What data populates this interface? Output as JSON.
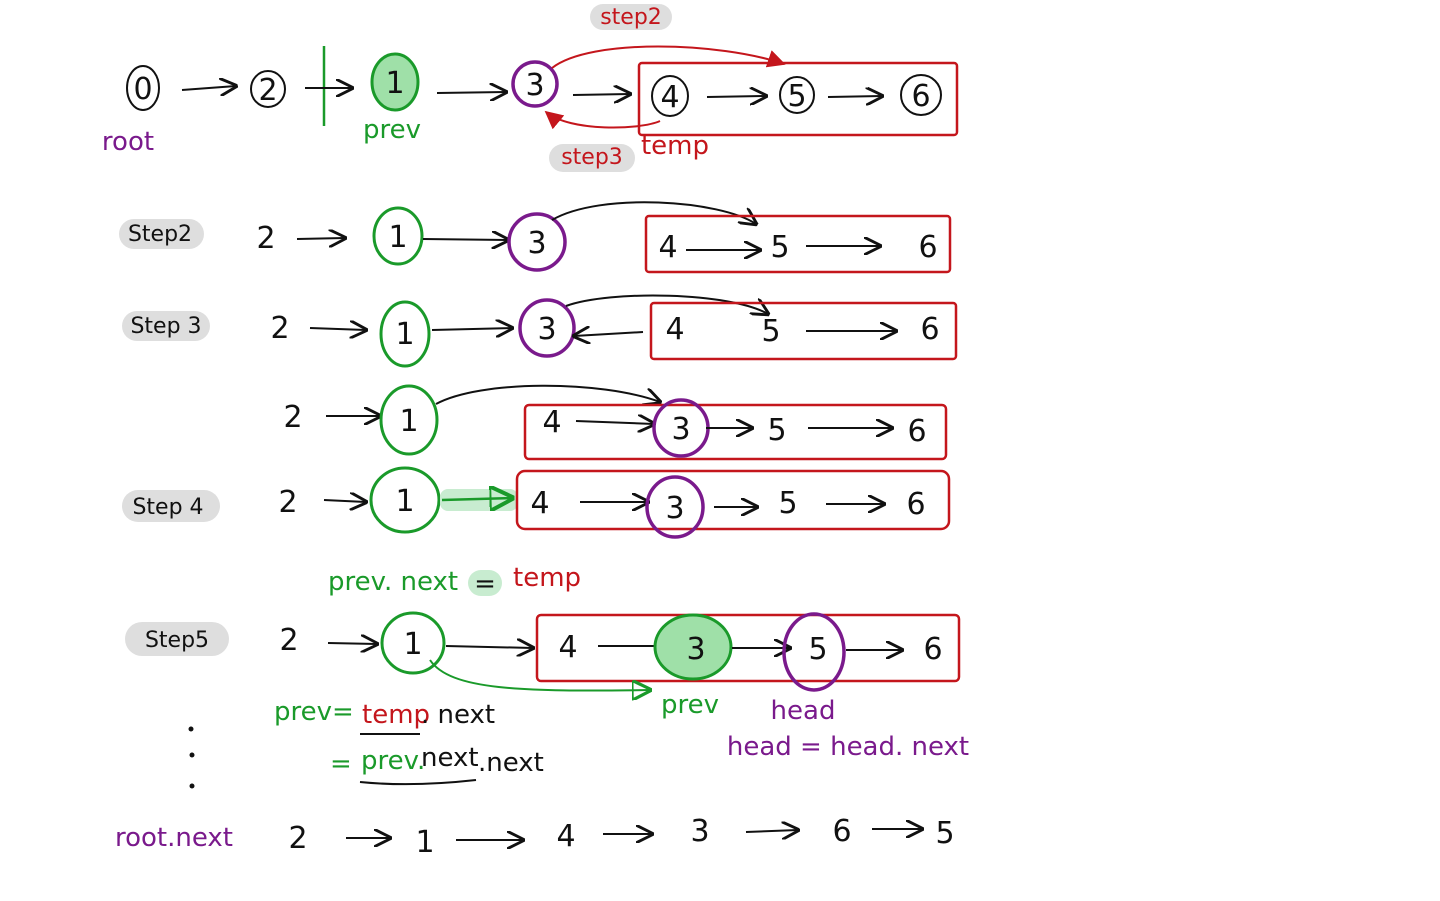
{
  "colors": {
    "ink": "#111111",
    "green": "#1a9a2a",
    "green_fill": "#9fe0a8",
    "green_hl": "#c8ecd0",
    "purple": "#7a1a8c",
    "red": "#c4161c",
    "label_bg": "#dedede"
  },
  "row0": {
    "n0": "0",
    "n2": "2",
    "n1": "1",
    "n3": "3",
    "n4": "4",
    "n5": "5",
    "n6": "6",
    "root": "root",
    "prev": "prev",
    "temp": "temp",
    "step2": "step2",
    "step3": "step3"
  },
  "row1": {
    "label": "Step2",
    "n2": "2",
    "n1": "1",
    "n3": "3",
    "n4": "4",
    "n5": "5",
    "n6": "6"
  },
  "row2": {
    "label": "Step 3",
    "n2": "2",
    "n1": "1",
    "n3": "3",
    "n4": "4",
    "n5": "5",
    "n6": "6"
  },
  "row3": {
    "n2": "2",
    "n1": "1",
    "n4": "4",
    "n3": "3",
    "n5": "5",
    "n6": "6"
  },
  "row4": {
    "label": "Step 4",
    "n2": "2",
    "n1": "1",
    "n4": "4",
    "n3": "3",
    "n5": "5",
    "n6": "6"
  },
  "eq1": {
    "lhs": "prev. next",
    "eq": "=",
    "rhs": "temp"
  },
  "row5": {
    "label": "Step5",
    "n2": "2",
    "n1": "1",
    "n4": "4",
    "n3": "3",
    "n5": "5",
    "n6": "6",
    "prev": "prev",
    "head": "head",
    "head_eq": "head = head. next"
  },
  "eq2": {
    "lhs": "prev=",
    "temp": "temp",
    "next": ". next",
    "line2_eq": "=",
    "prev": "prev.",
    "next2": "next",
    "next3": ".next"
  },
  "dots": ":",
  "final": {
    "label": "root.next",
    "values": [
      "2",
      "1",
      "4",
      "3",
      "6",
      "5"
    ]
  }
}
